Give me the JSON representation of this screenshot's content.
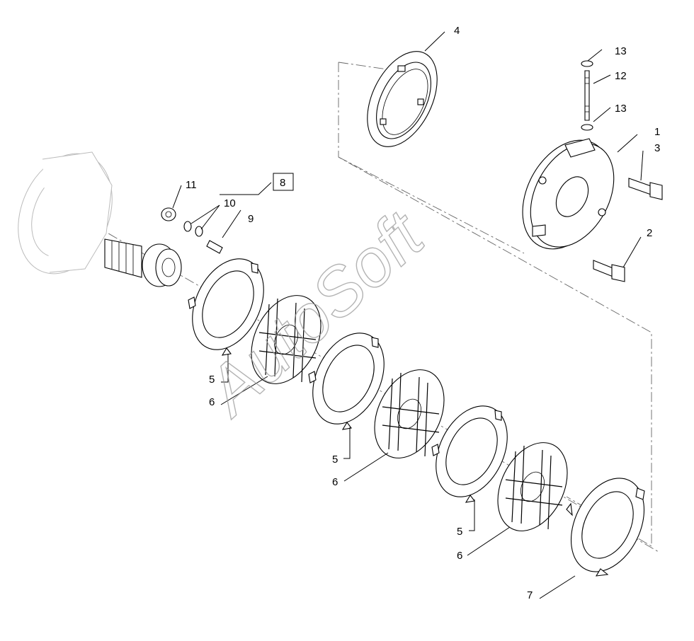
{
  "labels": {
    "l1": "1",
    "l2": "2",
    "l3": "3",
    "l4": "4",
    "l5a": "5",
    "l5b": "5",
    "l5c": "5",
    "l6a": "6",
    "l6b": "6",
    "l6c": "6",
    "l7": "7",
    "l8": "8",
    "l9": "9",
    "l10": "10",
    "l11": "11",
    "l12": "12",
    "l13a": "13",
    "l13b": "13"
  },
  "watermark": "AutoSoft"
}
